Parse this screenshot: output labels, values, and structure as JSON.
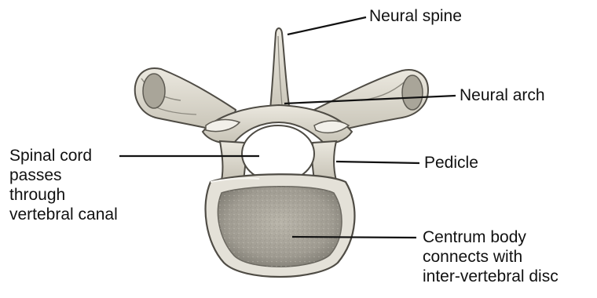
{
  "diagram": {
    "subject": "vertebra-superior-view",
    "labels": {
      "neural_spine": "Neural spine",
      "neural_arch": "Neural arch",
      "spinal_cord": [
        "Spinal cord",
        "passes",
        "through",
        "vertebral canal"
      ],
      "pedicle": "Pedicle",
      "centrum": [
        "Centrum body",
        "connects with",
        "inter-vertebral disc"
      ]
    },
    "colors": {
      "bone_light": "#e6e3da",
      "bone_mid": "#c9c5b8",
      "bone_shadow": "#8d8a80",
      "outline": "#4f4c45",
      "leader_line": "#111111",
      "text": "#111111"
    }
  }
}
